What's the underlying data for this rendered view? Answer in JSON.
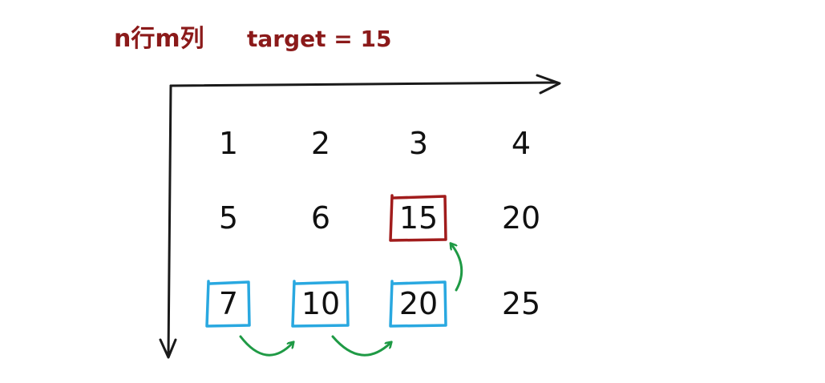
{
  "title": {
    "dims": "n行m列",
    "target_label": "target = 15"
  },
  "matrix": {
    "rows": [
      [
        "1",
        "2",
        "3",
        "4"
      ],
      [
        "5",
        "6",
        "15",
        "20"
      ],
      [
        "7",
        "10",
        "20",
        "25"
      ]
    ]
  },
  "highlight": {
    "found": {
      "row": 1,
      "col": 2
    },
    "path": [
      {
        "row": 2,
        "col": 0
      },
      {
        "row": 2,
        "col": 1
      },
      {
        "row": 2,
        "col": 2
      }
    ]
  },
  "colors": {
    "title": "#8b1a1a",
    "axis": "#1a1a1a",
    "text": "#111111",
    "found_box": "#a11c1c",
    "path_box": "#29a8e0",
    "arrow": "#1f9a45"
  }
}
